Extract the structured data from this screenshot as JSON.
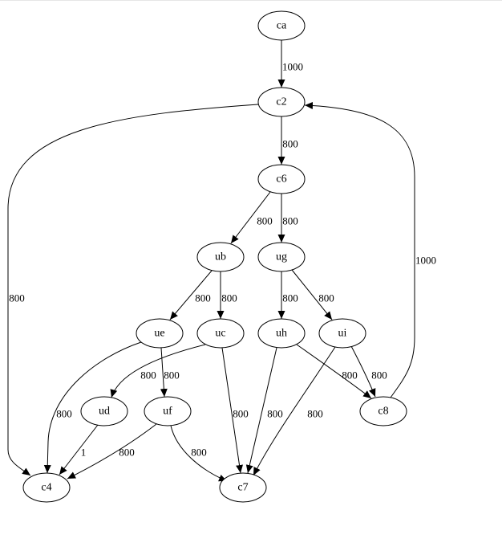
{
  "graph": {
    "nodes": [
      {
        "id": "ca",
        "label": "ca"
      },
      {
        "id": "c2",
        "label": "c2"
      },
      {
        "id": "c6",
        "label": "c6"
      },
      {
        "id": "ub",
        "label": "ub"
      },
      {
        "id": "ug",
        "label": "ug"
      },
      {
        "id": "ue",
        "label": "ue"
      },
      {
        "id": "uc",
        "label": "uc"
      },
      {
        "id": "uh",
        "label": "uh"
      },
      {
        "id": "ui",
        "label": "ui"
      },
      {
        "id": "ud",
        "label": "ud"
      },
      {
        "id": "uf",
        "label": "uf"
      },
      {
        "id": "c8",
        "label": "c8"
      },
      {
        "id": "c4",
        "label": "c4"
      },
      {
        "id": "c7",
        "label": "c7"
      }
    ],
    "edges": [
      {
        "id": "ca-c2",
        "from": "ca",
        "to": "c2",
        "label": "1000"
      },
      {
        "id": "c2-c6",
        "from": "c2",
        "to": "c6",
        "label": "800"
      },
      {
        "id": "c2-c4",
        "from": "c2",
        "to": "c4",
        "label": "800"
      },
      {
        "id": "c6-ub",
        "from": "c6",
        "to": "ub",
        "label": "800"
      },
      {
        "id": "c6-ug",
        "from": "c6",
        "to": "ug",
        "label": "800"
      },
      {
        "id": "ub-ue",
        "from": "ub",
        "to": "ue",
        "label": "800"
      },
      {
        "id": "ub-uc",
        "from": "ub",
        "to": "uc",
        "label": "800"
      },
      {
        "id": "ug-uh",
        "from": "ug",
        "to": "uh",
        "label": "800"
      },
      {
        "id": "ug-ui",
        "from": "ug",
        "to": "ui",
        "label": "800"
      },
      {
        "id": "ue-c4",
        "from": "ue",
        "to": "c4",
        "label": "800"
      },
      {
        "id": "ue-uf",
        "from": "ue",
        "to": "uf",
        "label": "800"
      },
      {
        "id": "uc-ud",
        "from": "uc",
        "to": "ud",
        "label": "800"
      },
      {
        "id": "uc-c7",
        "from": "uc",
        "to": "c7",
        "label": "800"
      },
      {
        "id": "uh-c7",
        "from": "uh",
        "to": "c7",
        "label": "800"
      },
      {
        "id": "uh-c8",
        "from": "uh",
        "to": "c8",
        "label": "800"
      },
      {
        "id": "ui-c8",
        "from": "ui",
        "to": "c8",
        "label": "800"
      },
      {
        "id": "ui-c7",
        "from": "ui",
        "to": "c7",
        "label": "800"
      },
      {
        "id": "c8-c2",
        "from": "c8",
        "to": "c2",
        "label": "1000"
      },
      {
        "id": "ud-c4",
        "from": "ud",
        "to": "c4",
        "label": "1"
      },
      {
        "id": "uf-c4",
        "from": "uf",
        "to": "c4",
        "label": "800"
      },
      {
        "id": "uf-c7",
        "from": "uf",
        "to": "c7",
        "label": "800"
      }
    ]
  }
}
